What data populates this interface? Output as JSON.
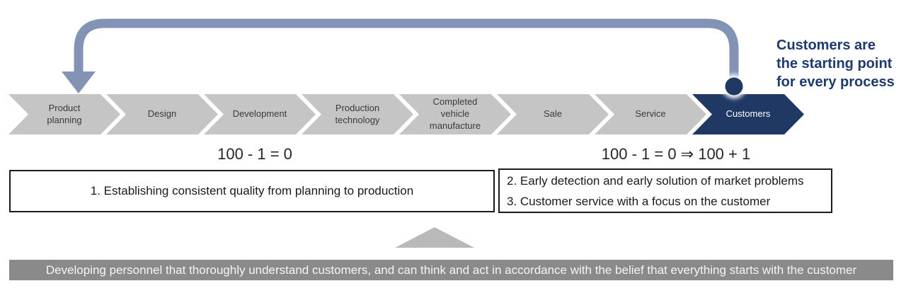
{
  "heading": {
    "text": "Customers are\nthe starting point\nfor every process",
    "color": "#1e3a6e"
  },
  "process_flow": {
    "steps": [
      {
        "label": "Product\nplanning"
      },
      {
        "label": "Design"
      },
      {
        "label": "Development"
      },
      {
        "label": "Production\ntechnology"
      },
      {
        "label": "Completed\nvehicle\nmanufacture"
      },
      {
        "label": "Sale"
      },
      {
        "label": "Service"
      },
      {
        "label": "Customers",
        "highlighted": true
      }
    ],
    "chevron_color": "#c5c5c5",
    "highlight_color": "#1f3864",
    "feedback_arrow_color": "#8293b5",
    "connector_dot_color": "#1f3864"
  },
  "equations": {
    "left": "100 - 1 = 0",
    "right": "100 - 1 = 0 ⇒ 100 + 1"
  },
  "boxes": {
    "left": {
      "items": [
        "1. Establishing consistent quality from planning to production"
      ]
    },
    "right": {
      "items": [
        "2. Early detection and early solution of market problems",
        "3. Customer service with a focus on the customer"
      ]
    }
  },
  "banner": {
    "text": "Developing personnel that thoroughly understand customers, and can think and act in accordance with the belief that everything starts with the customer",
    "background": "#8a8a8a"
  }
}
